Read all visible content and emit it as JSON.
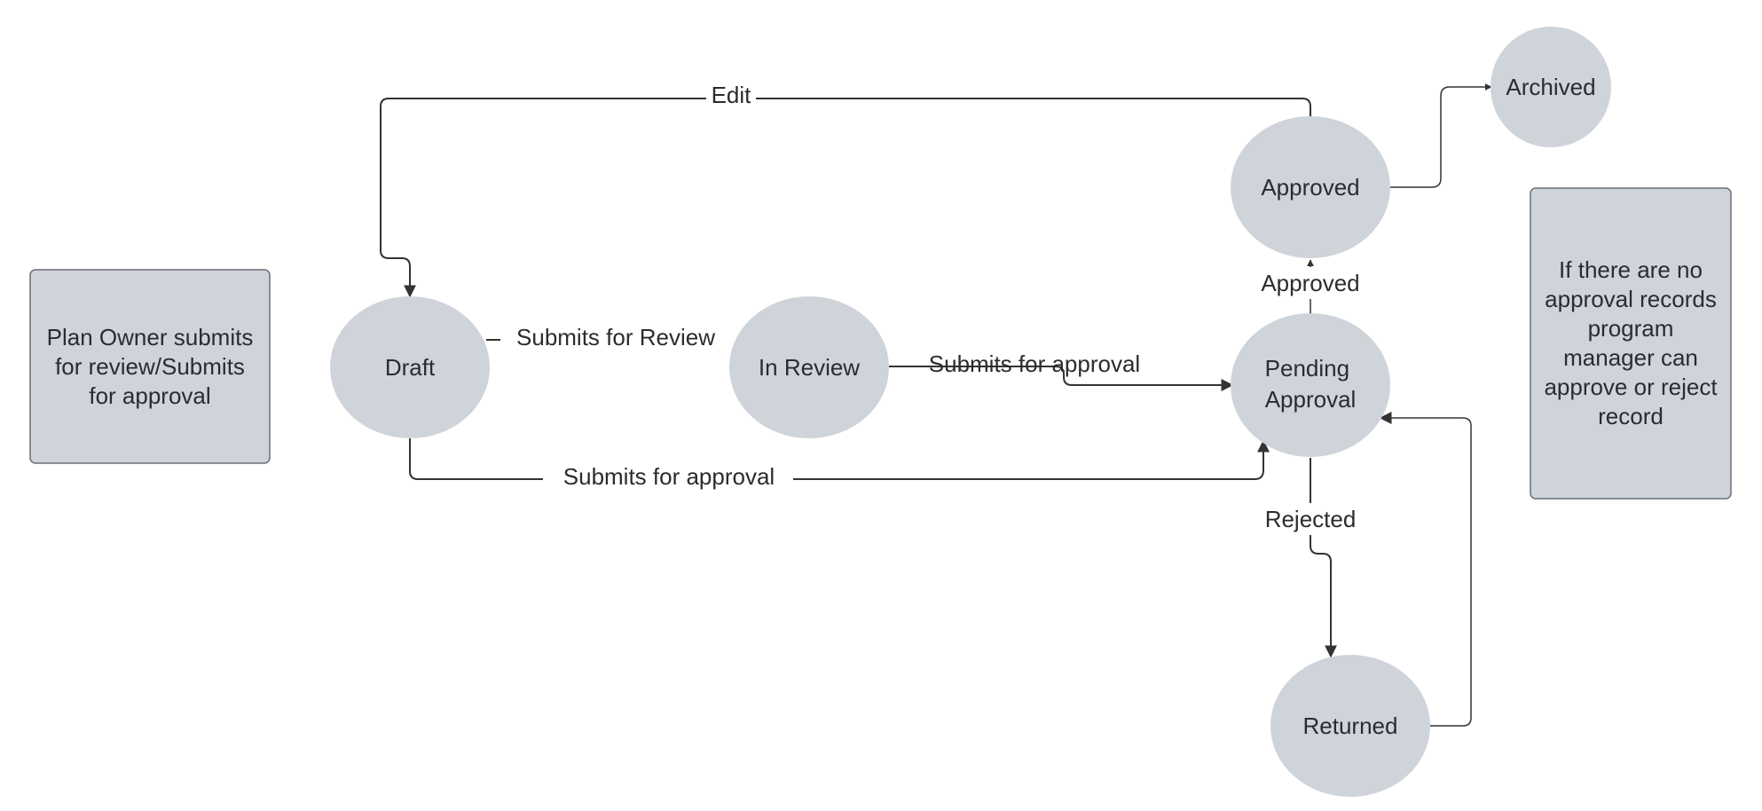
{
  "nodes": {
    "draft": "Draft",
    "in_review": "In Review",
    "pending_approval": [
      "Pending",
      "Approval"
    ],
    "approved": "Approved",
    "archived": "Archived",
    "returned": "Returned"
  },
  "edges": {
    "edit": "Edit",
    "submits_for_review": "Submits for Review",
    "submits_for_approval_from_review": "Submits for approval",
    "submits_for_approval_from_draft": "Submits for approval",
    "approved": "Approved",
    "rejected": "Rejected"
  },
  "notes": {
    "plan_owner": "Plan Owner submits for review/Submits for approval",
    "no_approval_records": "If there are no approval records program manager can approve or reject record"
  },
  "colors": {
    "node_fill": "#cfd3da",
    "edge_stroke": "#333333",
    "text": "#2a2c30"
  }
}
